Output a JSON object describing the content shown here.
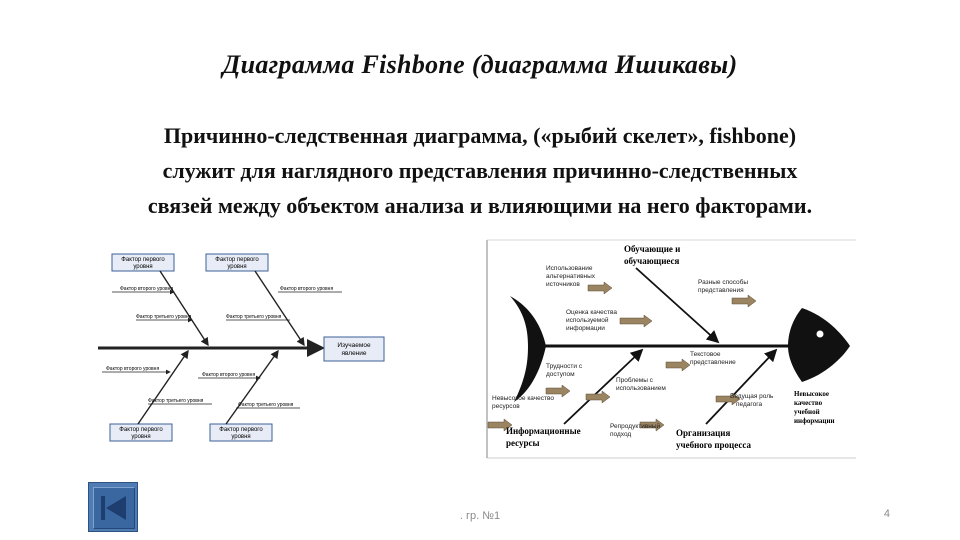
{
  "slide": {
    "title": "Диаграмма Fishbone (диаграмма Ишикавы)",
    "body_lines": [
      "Причинно-следственная диаграмма, («рыбий скелет», fishbone)",
      "служит для наглядного представления причинно-следственных",
      "связей между объектом анализа и влияющими на него факторами."
    ]
  },
  "left_diagram": {
    "effect": [
      "Изучаемое",
      "явление"
    ],
    "top_factor_1": [
      "Фактор первого",
      "уровня"
    ],
    "top_factor_2": [
      "Фактор первого",
      "уровня"
    ],
    "bottom_factor_1": [
      "Фактор первого",
      "уровня"
    ],
    "bottom_factor_2": [
      "Фактор первого",
      "уровня"
    ],
    "second_level": "Фактор второго уровня",
    "third_level": "Фактор третьего уровня"
  },
  "right_diagram": {
    "cat_top": [
      "Обучающие и",
      "обучающиеся"
    ],
    "cat_bottom_left": [
      "Информационные",
      "ресурсы"
    ],
    "cat_bottom_right": [
      "Организация",
      "учебного процесса"
    ],
    "effect": [
      "Невысокое",
      "качество",
      "учебной",
      "информации"
    ],
    "cause_1": [
      "Использование",
      "альтернативных",
      "источников"
    ],
    "cause_2": [
      "Разные способы",
      "представления"
    ],
    "cause_3": [
      "Оценка качества",
      "используемой",
      "информации"
    ],
    "cause_4": [
      "Текстовое",
      "представление"
    ],
    "cause_5": [
      "Трудности с",
      "доступом"
    ],
    "cause_6": [
      "Проблемы с",
      "использованием"
    ],
    "cause_7": [
      "Невысокое качество",
      "ресурсов"
    ],
    "cause_8": [
      "Ведущая роль",
      "педагога"
    ],
    "cause_9": [
      "Репродуктивный",
      "подход"
    ]
  },
  "footer": {
    "text": ". гр. №1",
    "page_number": "4"
  },
  "colors": {
    "arrow_fill": "#9b8462",
    "fish_fill": "#111111",
    "nav_button": "#4f7cb2",
    "box_fill": "#e8ecf6"
  }
}
